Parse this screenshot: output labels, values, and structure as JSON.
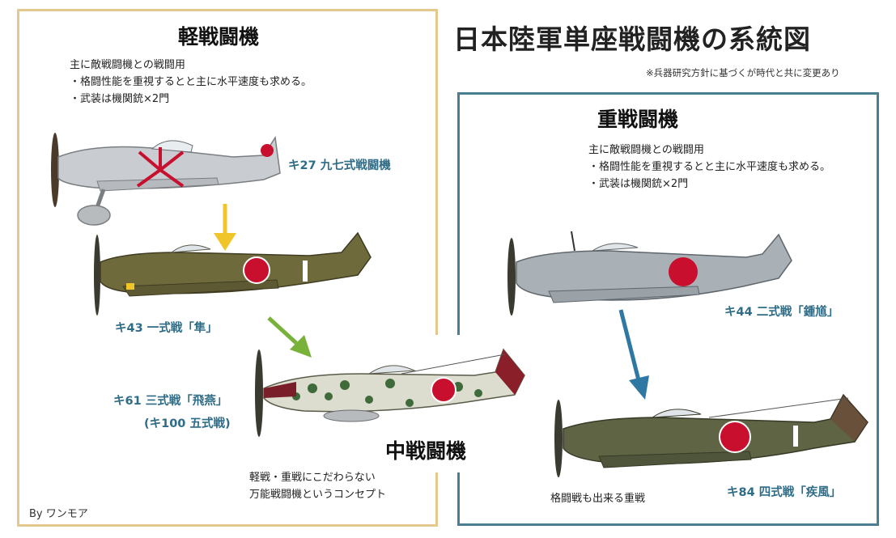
{
  "page": {
    "title": "日本陸軍単座戦闘機の系統図",
    "note": "※兵器研究方針に基づくが時代と共に変更あり",
    "credit": "By ワンモア"
  },
  "light": {
    "title": "軽戦闘機",
    "desc": [
      "主に敵戦闘機との戦闘用",
      "・格闘性能を重視するとと主に水平速度も求める。",
      "・武装は機関銃×2門"
    ]
  },
  "heavy": {
    "title": "重戦闘機",
    "desc": [
      "主に敵戦闘機との戦闘用",
      "・格闘性能を重視するとと主に水平速度も求める。",
      "・武装は機関銃×2門"
    ]
  },
  "medium": {
    "title": "中戦闘機",
    "desc": [
      "軽戦・重戦にこだわらない",
      "万能戦闘機というコンセプト"
    ]
  },
  "planes": {
    "ki27": {
      "label": "キ27 九七式戦闘機",
      "color": "#c9ccd0"
    },
    "ki43": {
      "label": "キ43 一式戦「隼」",
      "color": "#6f6a3c"
    },
    "ki61": {
      "label": "キ61 三式戦「飛燕」",
      "sub": "(キ100 五式戦)",
      "color": "#dcdccf"
    },
    "ki44": {
      "label": "キ44 二式戦「鍾馗」",
      "color": "#a9b0b6"
    },
    "ki84": {
      "label": "キ84 四式戦「疾風」",
      "note": "格闘戦も出来る重戦",
      "color": "#5e6444"
    }
  },
  "colors": {
    "light_border": "#e4c88e",
    "heavy_border": "#4a7f93",
    "arrow_yellow": "#f0c52a",
    "arrow_green": "#79b23b",
    "arrow_blue": "#2f78a3",
    "hinomaru": "#c8102e"
  }
}
